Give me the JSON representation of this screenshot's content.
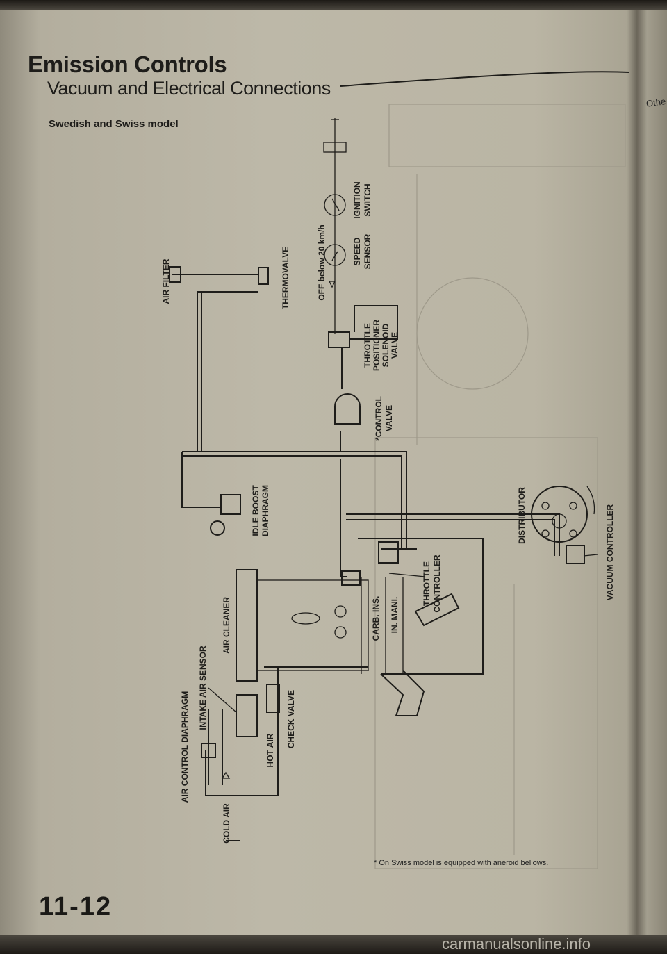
{
  "header": {
    "title": "Emission Controls",
    "subtitle": "Vacuum and Electrical Connections",
    "model": "Swedish and Swiss model",
    "next_page_fragment": "Othe"
  },
  "diagram": {
    "labels": {
      "air_filter": "AIR FILTER",
      "thermovalve": "THERMOVALVE",
      "off_below": "OFF below 20 km/h",
      "speed_sensor": [
        "SPEED",
        "SENSOR"
      ],
      "ignition_switch": [
        "IGNITION",
        "SWITCH"
      ],
      "throttle_positioner": [
        "THROTTLE",
        "POSITIONER",
        "SOLENOID",
        "VALVE"
      ],
      "control_valve": [
        "*CONTROL",
        "VALVE"
      ],
      "idle_boost": [
        "IDLE BOOST",
        "DIAPHRAGM"
      ],
      "distributor": "DISTRIBUTOR",
      "vacuum_controller": "VACUUM CONTROLLER",
      "throttle_controller": [
        "THROTTLE",
        "CONTROLLER"
      ],
      "carb_ins": "CARB. INS.",
      "in_mani": "IN. MANI.",
      "air_cleaner": "AIR CLEANER",
      "intake_air_sensor": "INTAKE AIR SENSOR",
      "air_control_diaphragm": "AIR CONTROL DIAPHRAGM",
      "hot_air": "HOT AIR",
      "check_valve": "CHECK VALVE",
      "cold_air": "COLD AIR"
    }
  },
  "footnote": "* On Swiss model is equipped with aneroid bellows.",
  "page_number": "11-12",
  "watermark": "carmanualsonline.info"
}
